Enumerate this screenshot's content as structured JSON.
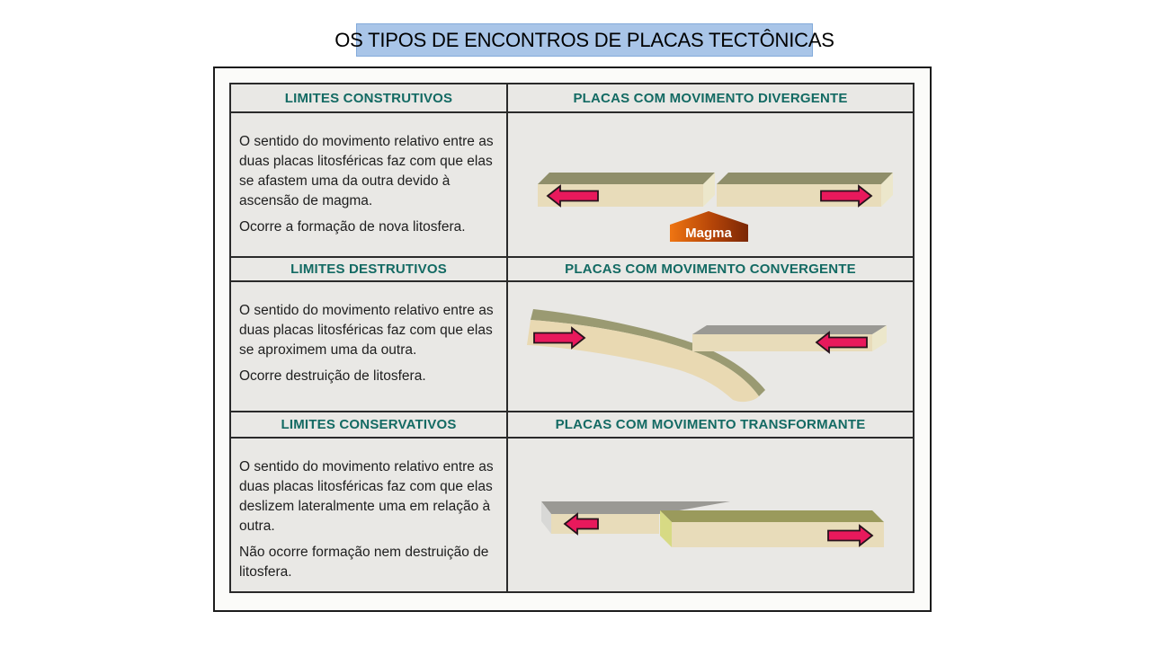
{
  "slide": {
    "title": "OS TIPOS DE ENCONTROS DE PLACAS TECTÔNICAS"
  },
  "table": {
    "rows": [
      {
        "limit_type": "LIMITES CONSTRUTIVOS",
        "movement_type": "PLACAS COM MOVIMENTO DIVERGENTE",
        "description": [
          "O sentido do movimento relativo entre as duas placas litosféricas faz com que elas se afastem uma da outra devido à ascensão de magma.",
          "Ocorre a formação de nova litosfera."
        ],
        "illustration": "divergent-plates-diagram",
        "magma_label": "Magma"
      },
      {
        "limit_type": "LIMITES DESTRUTIVOS",
        "movement_type": "PLACAS COM MOVIMENTO CONVERGENTE",
        "description": [
          "O sentido do movimento relativo entre as duas placas litosféricas faz com que elas se aproximem uma da outra.",
          "Ocorre destruição de litosfera."
        ],
        "illustration": "convergent-plates-diagram"
      },
      {
        "limit_type": "LIMITES CONSERVATIVOS",
        "movement_type": "PLACAS COM MOVIMENTO TRANSFORMANTE",
        "description": [
          "O sentido do movimento relativo entre as duas placas litosféricas faz com que elas deslizem lateralmente uma em relação à outra.",
          "Não ocorre formação nem destruição de litosfera."
        ],
        "illustration": "transform-plates-diagram"
      }
    ]
  },
  "colors": {
    "title_bg": "#a9c5e8",
    "title_border": "#84abdb",
    "figure_bg": "#fbfbf9",
    "line": "#2a2a2a",
    "cell_bg": "#e9e8e5",
    "header_text": "#136a63",
    "body_text": "#1e1e1e",
    "arrow_fill": "#e8195c",
    "arrow_stroke": "#26131c",
    "olive_top": "#8f8e6a",
    "tan_front": "#e8dcba",
    "side_light": "#ece7cb",
    "subduct_olive": "#9a9a72",
    "subduct_tan": "#e9d9b2",
    "gray_top": "#9a9994",
    "gray_side": "#d8d8d6",
    "olive_top_bright": "#9a9a5c",
    "side_yellow_green": "#d7da84",
    "magma_start": "#ef7512",
    "magma_mid": "#b44408",
    "magma_end": "#7a2706",
    "magma_text": "#ffffff"
  }
}
